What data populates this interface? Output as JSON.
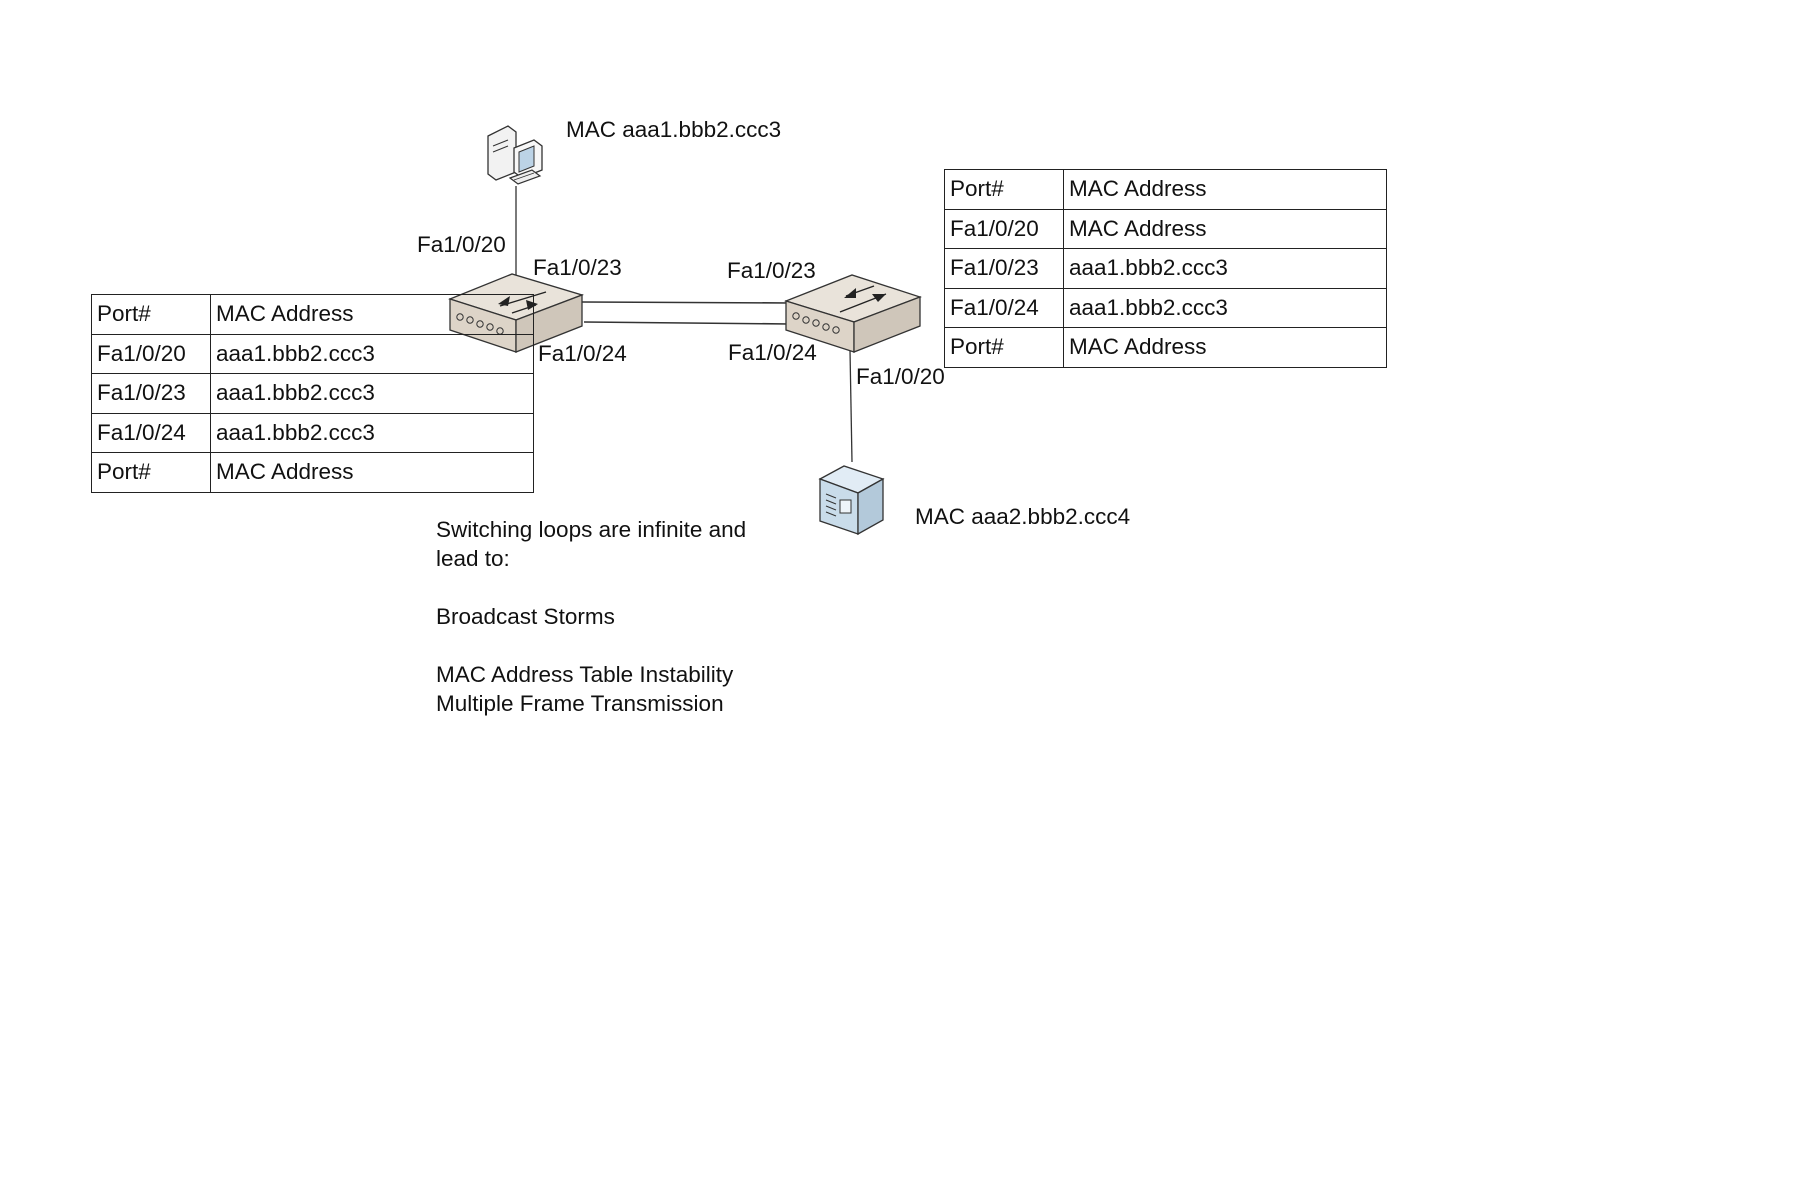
{
  "hosts": {
    "pc": {
      "icon": "desktop-computer-icon",
      "mac_label": "MAC aaa1.bbb2.ccc3"
    },
    "server": {
      "icon": "server-icon",
      "mac_label": "MAC aaa2.bbb2.ccc4"
    }
  },
  "switches": {
    "left": {
      "icon": "network-switch-icon",
      "port_pc": "Fa1/0/20",
      "port_23": "Fa1/0/23",
      "port_24": "Fa1/0/24"
    },
    "right": {
      "icon": "network-switch-icon",
      "port_23": "Fa1/0/23",
      "port_24": "Fa1/0/24",
      "port_server": "Fa1/0/20"
    }
  },
  "tables": {
    "left": {
      "rows": [
        [
          "Port#",
          "MAC Address"
        ],
        [
          "Fa1/0/20",
          "aaa1.bbb2.ccc3"
        ],
        [
          "Fa1/0/23",
          "aaa1.bbb2.ccc3"
        ],
        [
          "Fa1/0/24",
          "aaa1.bbb2.ccc3"
        ],
        [
          "Port#",
          "MAC Address"
        ]
      ]
    },
    "right": {
      "rows": [
        [
          "Port#",
          "MAC Address"
        ],
        [
          "Fa1/0/20",
          "MAC Address"
        ],
        [
          "Fa1/0/23",
          "aaa1.bbb2.ccc3"
        ],
        [
          "Fa1/0/24",
          "aaa1.bbb2.ccc3"
        ],
        [
          "Port#",
          "MAC Address"
        ]
      ]
    }
  },
  "notes": {
    "line1": "Switching loops are infinite and",
    "line2": "lead to:",
    "item1": "Broadcast Storms",
    "item2": "MAC Address Table Instability",
    "item3": "Multiple Frame Transmission"
  },
  "colors": {
    "line": "#222222",
    "switch_body": "#e3dcd2",
    "server_body": "#cfe0ee"
  }
}
